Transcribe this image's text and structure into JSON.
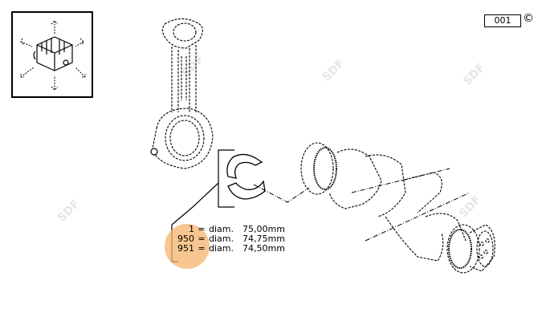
{
  "diagram": {
    "reference_number": "001",
    "copyright_symbol": "©",
    "watermark_text": "SDF",
    "thumbnail": {
      "icon": "engine-block-locator-icon"
    },
    "parts": [
      {
        "name": "connecting-rod",
        "icon": "connecting-rod-icon"
      },
      {
        "name": "bearing-shell",
        "icon": "bearing-shell-icon"
      },
      {
        "name": "crankshaft",
        "icon": "crankshaft-icon"
      }
    ],
    "legend": [
      {
        "code": "1",
        "eq": "=",
        "label": "diam.",
        "value": "75,00mm"
      },
      {
        "code": "950",
        "eq": "=",
        "label": "diam.",
        "value": "74,75mm"
      },
      {
        "code": "951",
        "eq": "=",
        "label": "diam.",
        "value": "74,50mm"
      }
    ],
    "highlight_color": "#f6b36b"
  }
}
